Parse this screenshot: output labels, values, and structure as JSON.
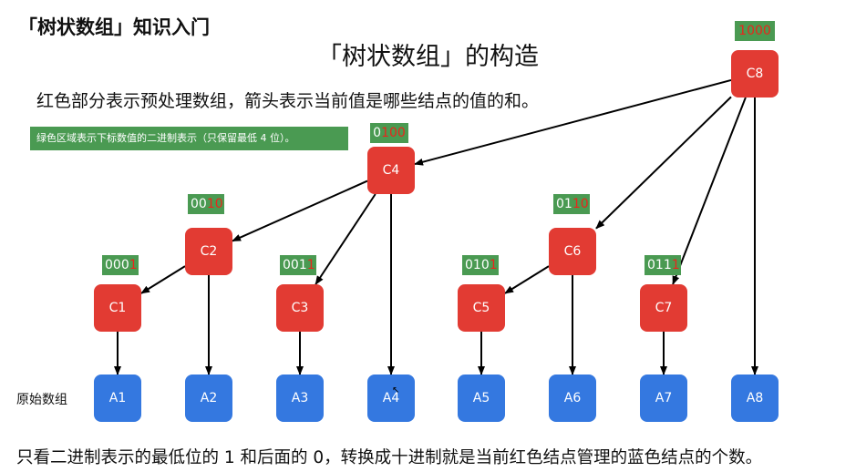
{
  "header": {
    "corner_title": "「树状数组」知识入门",
    "main_title": "「树状数组」的构造",
    "subtitle": "红色部分表示预处理数组，箭头表示当前值是哪些结点的值的和。",
    "green_note": "绿色区域表示下标数值的二进制表示（只保留最低 4 位）。"
  },
  "row_label": "原始数组",
  "footer": "只看二进制表示的最低位的 1 和后面的 0，转换成十进制就是当前红色结点管理的蓝色结点的个数。",
  "colors": {
    "red_node": "#e23b33",
    "blue_node": "#3478e0",
    "green_label": "#4a9a52",
    "binary_highlight": "#e8261c"
  },
  "tree_nodes": [
    {
      "id": "C1",
      "label": "C1",
      "binary_high": "000",
      "binary_low": "1"
    },
    {
      "id": "C2",
      "label": "C2",
      "binary_high": "00",
      "binary_low": "10"
    },
    {
      "id": "C3",
      "label": "C3",
      "binary_high": "001",
      "binary_low": "1"
    },
    {
      "id": "C4",
      "label": "C4",
      "binary_high": "0",
      "binary_low": "100"
    },
    {
      "id": "C5",
      "label": "C5",
      "binary_high": "010",
      "binary_low": "1"
    },
    {
      "id": "C6",
      "label": "C6",
      "binary_high": "01",
      "binary_low": "10"
    },
    {
      "id": "C7",
      "label": "C7",
      "binary_high": "011",
      "binary_low": "1"
    },
    {
      "id": "C8",
      "label": "C8",
      "binary_high": "",
      "binary_low": "1000"
    }
  ],
  "array_nodes": [
    {
      "id": "A1",
      "label": "A1"
    },
    {
      "id": "A2",
      "label": "A2"
    },
    {
      "id": "A3",
      "label": "A3"
    },
    {
      "id": "A4",
      "label": "A4"
    },
    {
      "id": "A5",
      "label": "A5"
    },
    {
      "id": "A6",
      "label": "A6"
    },
    {
      "id": "A7",
      "label": "A7"
    },
    {
      "id": "A8",
      "label": "A8"
    }
  ],
  "edges": [
    [
      "C8",
      "C4"
    ],
    [
      "C8",
      "C6"
    ],
    [
      "C8",
      "C7"
    ],
    [
      "C8",
      "A8"
    ],
    [
      "C4",
      "C2"
    ],
    [
      "C4",
      "C3"
    ],
    [
      "C4",
      "A4"
    ],
    [
      "C2",
      "C1"
    ],
    [
      "C2",
      "A2"
    ],
    [
      "C6",
      "C5"
    ],
    [
      "C6",
      "A6"
    ],
    [
      "C1",
      "A1"
    ],
    [
      "C3",
      "A3"
    ],
    [
      "C5",
      "A5"
    ],
    [
      "C7",
      "A7"
    ]
  ]
}
